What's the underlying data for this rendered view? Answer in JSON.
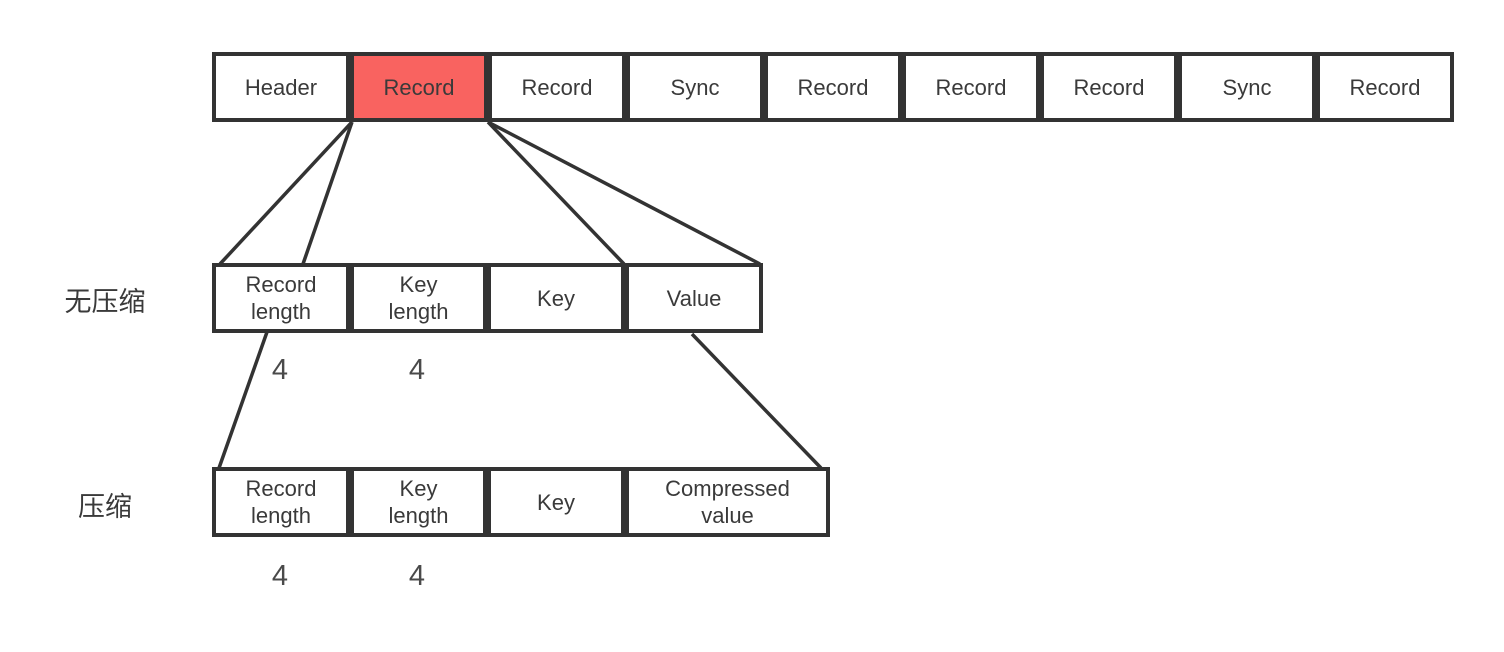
{
  "file_row": {
    "cells": [
      {
        "label": "Header"
      },
      {
        "label": "Record",
        "highlighted": true
      },
      {
        "label": "Record"
      },
      {
        "label": "Sync"
      },
      {
        "label": "Record"
      },
      {
        "label": "Record"
      },
      {
        "label": "Record"
      },
      {
        "label": "Sync"
      },
      {
        "label": "Record"
      }
    ]
  },
  "uncompressed_row": {
    "section_label": "无压缩",
    "cells": [
      "Record length",
      "Key length",
      "Key",
      "Value"
    ],
    "byte_sizes": [
      "4",
      "4"
    ]
  },
  "compressed_row": {
    "section_label": "压缩",
    "cells": [
      "Record length",
      "Key length",
      "Key",
      "Compressed value"
    ],
    "byte_sizes": [
      "4",
      "4"
    ]
  },
  "colors": {
    "highlight": "#f96360",
    "border": "#333333",
    "text": "#3a3a3a",
    "size_label": "#4a4a4a",
    "background": "#ffffff"
  }
}
